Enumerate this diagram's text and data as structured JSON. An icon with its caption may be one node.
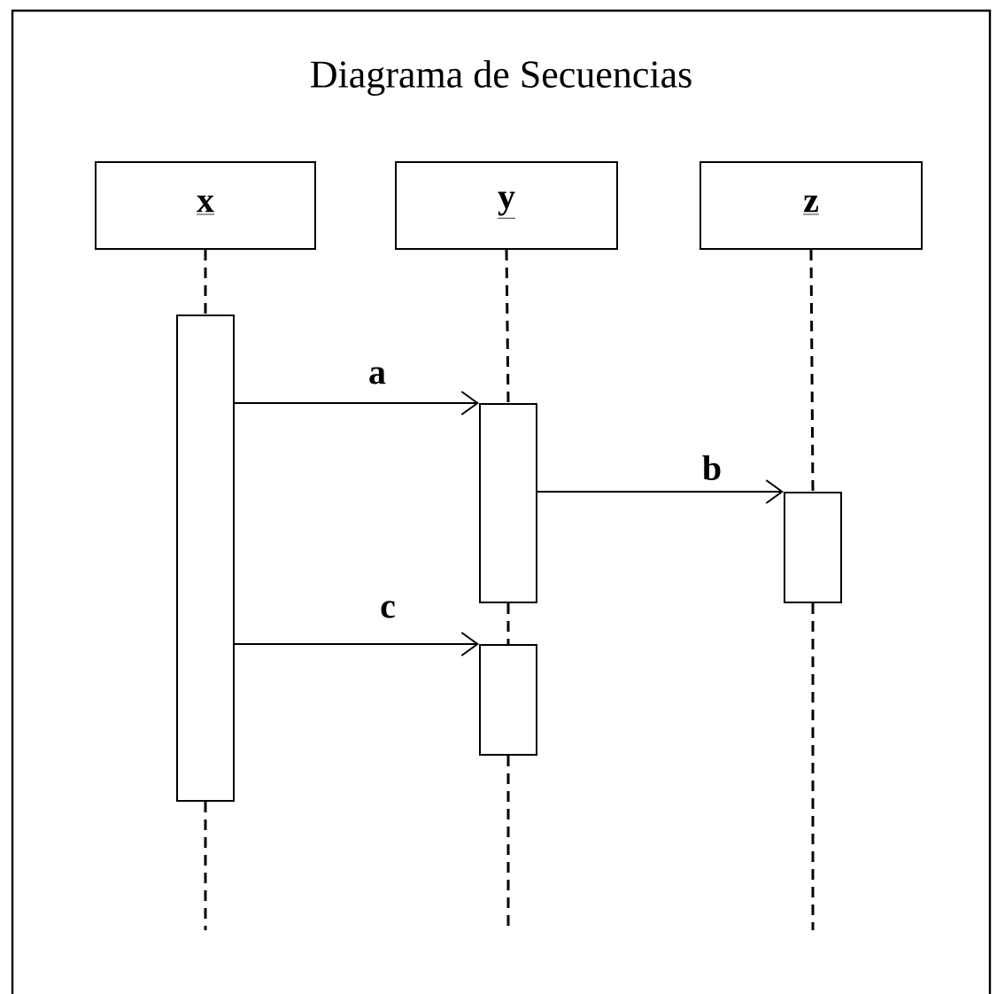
{
  "diagram": {
    "title": "Diagrama de Secuencias",
    "nodes": [
      {
        "text": [
          "x"
        ]
      },
      {
        "text": [
          "y"
        ]
      },
      {
        "text": [
          "z"
        ]
      },
      {
        "text": [],
        "shape": "bar"
      },
      {
        "text": [],
        "shape": "bar"
      },
      {
        "text": [],
        "shape": "bar"
      },
      {
        "text": [],
        "shape": "bar"
      }
    ],
    "edges": [
      {
        "from": 0,
        "to": 3,
        "arrow": "none",
        "style": "dashed"
      },
      {
        "from": 3,
        "to": null,
        "arrow": "none",
        "style": "dashed"
      },
      {
        "from": 1,
        "to": 4,
        "arrow": "none",
        "style": "dashed"
      },
      {
        "from": 4,
        "to": 6,
        "arrow": "none",
        "style": "dashed"
      },
      {
        "from": 6,
        "to": null,
        "arrow": "none",
        "style": "dashed"
      },
      {
        "from": 2,
        "to": 5,
        "arrow": "none",
        "style": "dashed"
      },
      {
        "from": 5,
        "to": null,
        "arrow": "none",
        "style": "dashed"
      },
      {
        "from": 3,
        "to": 4,
        "arrow": "to",
        "label": "a"
      },
      {
        "from": 4,
        "to": 5,
        "arrow": "to",
        "label": "b"
      },
      {
        "from": 3,
        "to": 6,
        "arrow": "to",
        "label": "c"
      }
    ]
  }
}
